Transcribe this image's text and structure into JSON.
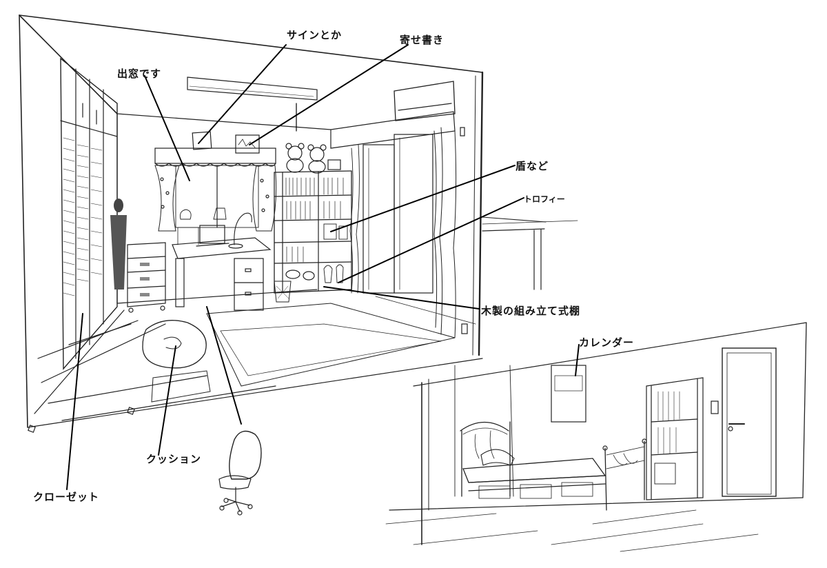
{
  "labels": {
    "sign": "サインとか",
    "yosegaki": "寄せ書き",
    "demado": "出窓です",
    "tate": "盾など",
    "trophy": "トロフィー",
    "shelf": "木製の組み立て式棚",
    "calendar": "カレンダー",
    "cushion": "クッション",
    "closet": "クローゼット"
  }
}
